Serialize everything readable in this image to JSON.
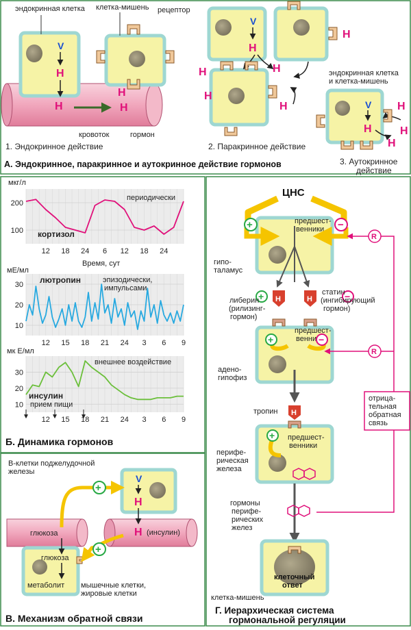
{
  "sections": {
    "A": {
      "title": "А. Эндокринное, паракринное и аутокринное действие гормонов",
      "endocrine": {
        "endocrine_cell": "эндокринная клетка",
        "target_cell": "клетка-мишень",
        "receptor": "рецептор",
        "bloodstream": "кровоток",
        "hormone": "гормон",
        "caption": "1. Эндокринное действие"
      },
      "paracrine": {
        "caption": "2. Паракринное действие"
      },
      "autocrine": {
        "cell_label_1": "эндокринная клетка",
        "cell_label_2": "и клетка-мишень",
        "caption_1": "3. Аутокринное",
        "caption_2": "действие"
      }
    },
    "B": {
      "title": "Б. Динамика гормонов",
      "cortisol": {
        "unit": "мкг/л",
        "label": "кортизол",
        "note": "периодически",
        "axis_title": "Время, сут"
      },
      "lutropin": {
        "unit": "мЕ/мл",
        "label": "лютропин",
        "note_1": "эпизодически,",
        "note_2": "импульсами"
      },
      "insulin": {
        "unit": "мк Е/мл",
        "label": "инсулин",
        "note": "внешнее воздействие",
        "meal": "прием пищи"
      }
    },
    "C": {
      "title": "В. Механизм обратной связи",
      "beta_cells_1": "В-клетки поджелудочной",
      "beta_cells_2": "железы",
      "glucose_vessel": "глюкоза",
      "glucose_cell": "глюкоза",
      "insulin": "(инсулин)",
      "metabolite": "метаболит",
      "muscle_1": "мышечные клетки,",
      "muscle_2": "жировые клетки"
    },
    "D": {
      "title_1": "Г. Иерархическая система",
      "title_2": "гормональной регуляции",
      "cns": "ЦНС",
      "precursors_1": "предшест-",
      "precursors_2": "венники",
      "hypothalamus_1": "гипо-",
      "hypothalamus_2": "таламус",
      "liberin_1": "либерин",
      "liberin_2": "(рилизинг-",
      "liberin_3": "гормон)",
      "statin_1": "статин",
      "statin_2": "(ингибирующий",
      "statin_3": "гормон)",
      "adeno_1": "адено-",
      "adeno_2": "гипофиз",
      "tropin": "тропин",
      "periph_1": "перифе-",
      "periph_2": "рическая",
      "periph_3": "железа",
      "hormones_1": "гормоны",
      "hormones_2": "перифе-",
      "hormones_3": "рических",
      "hormones_4": "желез",
      "feedback_1": "отрица-",
      "feedback_2": "тельная",
      "feedback_3": "обратная",
      "feedback_4": "связь",
      "response_1": "клеточный",
      "response_2": "ответ",
      "target": "клетка-мишень"
    }
  },
  "symbols": {
    "hormone": "Н",
    "precursor": "V",
    "plus": "+",
    "minus": "−",
    "R": "R"
  },
  "colors": {
    "cell": "#f6f3a6",
    "cell_border": "#9ed7d2",
    "hormone": "#e0107a",
    "plus": "#27a844",
    "feedback": "#e0107a",
    "arrow_yellow": "#f5c400",
    "vessel": "#f1a7bd"
  },
  "chart_data": [
    {
      "type": "line",
      "title": "",
      "ylabel": "мкг/л",
      "xlabel": "Время, сут",
      "series": [
        {
          "name": "кортизол",
          "x": [
            6,
            9,
            12,
            15,
            18,
            21,
            24,
            27,
            30,
            33,
            36,
            39,
            42,
            45,
            48,
            51,
            54
          ],
          "values": [
            205,
            212,
            175,
            145,
            110,
            100,
            90,
            190,
            210,
            205,
            175,
            110,
            100,
            115,
            85,
            110,
            205
          ]
        }
      ],
      "x_tick_labels": [
        "12",
        "18",
        "24",
        "6",
        "12",
        "18",
        "24"
      ],
      "x_tick_positions": [
        12,
        18,
        24,
        30,
        36,
        42,
        48
      ],
      "xlim": [
        6,
        54
      ],
      "ylim": [
        50,
        250
      ],
      "y_ticks": [
        100,
        200
      ],
      "grid": true
    },
    {
      "type": "line",
      "title": "",
      "ylabel": "мЕ/мл",
      "series": [
        {
          "name": "лютропин",
          "x": [
            9,
            9.5,
            10,
            10.5,
            11,
            11.5,
            12,
            12.5,
            13,
            13.5,
            14,
            14.5,
            15,
            15.5,
            16,
            16.5,
            17,
            17.5,
            18,
            18.5,
            19,
            19.5,
            20,
            20.5,
            21,
            21.5,
            22,
            22.5,
            23,
            23.5,
            24,
            24.5,
            25,
            25.5,
            26,
            26.5,
            27,
            27.5,
            28,
            28.5,
            29,
            29.5,
            30,
            30.5,
            31,
            31.5,
            32,
            32.5,
            33
          ],
          "values": [
            12,
            20,
            15,
            29,
            18,
            11,
            15,
            24,
            14,
            9,
            13,
            18,
            10,
            20,
            12,
            21,
            12,
            9,
            14,
            26,
            12,
            21,
            13,
            30,
            16,
            20,
            11,
            23,
            14,
            18,
            10,
            21,
            14,
            17,
            8,
            17,
            12,
            28,
            14,
            20,
            11,
            22,
            15,
            12,
            16,
            11,
            17,
            12,
            20
          ]
        }
      ],
      "x_tick_labels": [
        "12",
        "15",
        "18",
        "21",
        "24",
        "3",
        "6",
        "9"
      ],
      "x_tick_positions": [
        12,
        15,
        18,
        21,
        24,
        27,
        30,
        33
      ],
      "xlim": [
        9,
        33
      ],
      "ylim": [
        5,
        35
      ],
      "y_ticks": [
        10,
        20,
        30
      ],
      "grid": true
    },
    {
      "type": "line",
      "title": "",
      "ylabel": "мк Е/мл",
      "series": [
        {
          "name": "инсулин",
          "x": [
            9,
            10,
            11,
            12,
            13,
            14,
            15,
            16,
            17,
            18,
            19,
            20,
            21,
            22,
            23,
            24,
            25,
            26,
            27,
            28,
            29,
            30,
            31,
            32,
            33
          ],
          "values": [
            16,
            22,
            21,
            30,
            27,
            33,
            36,
            30,
            21,
            37,
            33,
            30,
            27,
            22,
            19,
            16,
            14,
            13,
            13,
            13,
            14,
            14,
            14,
            15,
            15
          ]
        }
      ],
      "x_tick_labels": [
        "12",
        "15",
        "18",
        "21",
        "24",
        "3",
        "6",
        "9"
      ],
      "x_tick_positions": [
        12,
        15,
        18,
        21,
        24,
        27,
        30,
        33
      ],
      "xlim": [
        9,
        33
      ],
      "ylim": [
        5,
        40
      ],
      "y_ticks": [
        10,
        20,
        30
      ],
      "grid": true
    }
  ]
}
